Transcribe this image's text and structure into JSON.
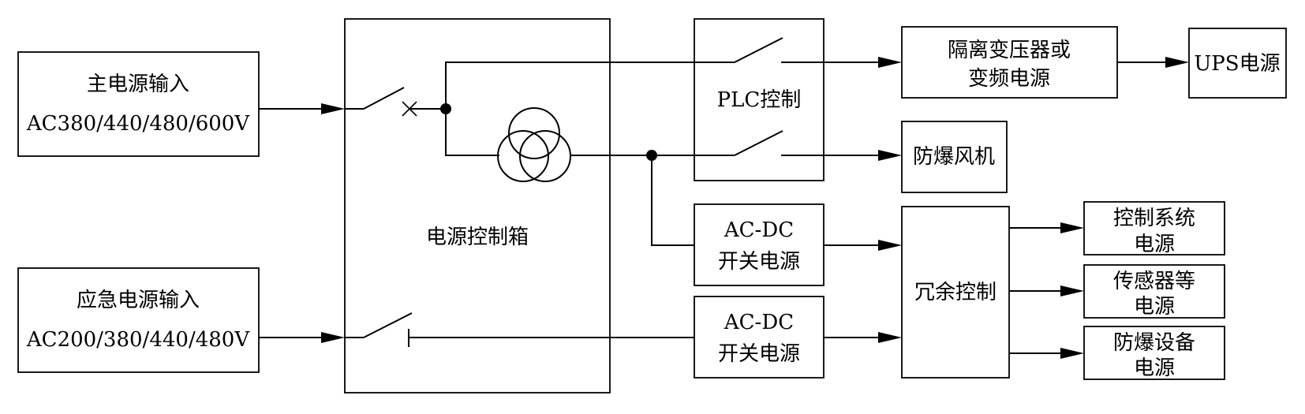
{
  "main_input": {
    "title": "主电源输入",
    "voltage": "AC380/440/480/600V"
  },
  "emergency_input": {
    "title": "应急电源输入",
    "voltage": "AC200/380/440/480V"
  },
  "control_box": {
    "label": "电源控制箱"
  },
  "plc": {
    "label": "PLC控制"
  },
  "isolation": {
    "line1": "隔离变压器或",
    "line2": "变频电源"
  },
  "ups": {
    "label": "UPS电源"
  },
  "fan": {
    "label": "防爆风机"
  },
  "acdc_top": {
    "line1": "AC-DC",
    "line2": "开关电源"
  },
  "acdc_bottom": {
    "line1": "AC-DC",
    "line2": "开关电源"
  },
  "redundancy": {
    "label": "冗余控制"
  },
  "outputs": [
    {
      "line1": "控制系统",
      "line2": "电源"
    },
    {
      "line1": "传感器等",
      "line2": "电源"
    },
    {
      "line1": "防爆设备",
      "line2": "电源"
    }
  ]
}
